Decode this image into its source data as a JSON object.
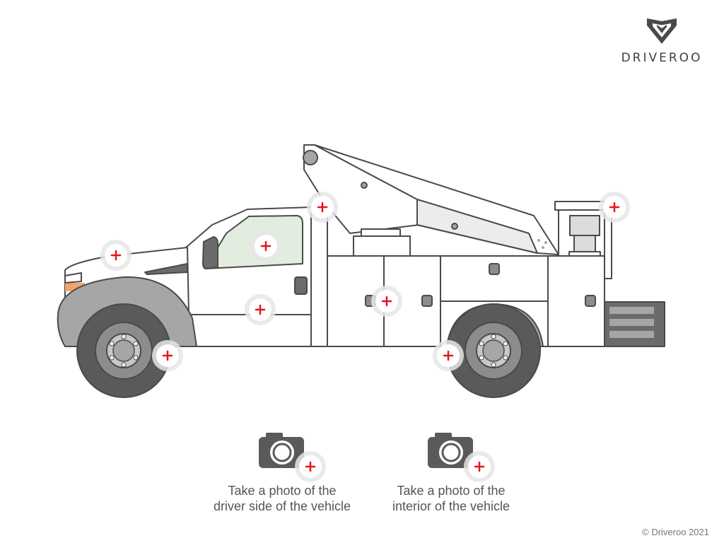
{
  "brand": {
    "name": "DRIVEROO",
    "logo_icon": "shield-chevron-icon"
  },
  "colors": {
    "outline": "#4a4a4a",
    "body_fill": "#ffffff",
    "fender_gray": "#a6a6a6",
    "tire_dark": "#5a5a5a",
    "window_green": "#e2ede0",
    "headlight_orange": "#f2a46f",
    "hotspot_ring": "#e6e6e6",
    "plus_red": "#e8141a",
    "text_gray": "#555555"
  },
  "hotspots": [
    {
      "name": "hood",
      "icon": "plus-icon"
    },
    {
      "name": "windshield-window",
      "icon": "plus-icon"
    },
    {
      "name": "roof",
      "icon": "plus-icon"
    },
    {
      "name": "driver-door",
      "icon": "plus-icon"
    },
    {
      "name": "front-wheel",
      "icon": "plus-icon"
    },
    {
      "name": "utility-body-side",
      "icon": "plus-icon"
    },
    {
      "name": "rear-wheel",
      "icon": "plus-icon"
    },
    {
      "name": "tow-unit",
      "icon": "plus-icon"
    }
  ],
  "photo_prompts": [
    {
      "icon": "camera-icon",
      "line1": "Take a photo of the",
      "line2": "driver side of the vehicle"
    },
    {
      "icon": "camera-icon",
      "line1": "Take a photo of the",
      "line2": "interior of the vehicle"
    }
  ],
  "footer": {
    "copyright": "© Driveroo 2021"
  }
}
